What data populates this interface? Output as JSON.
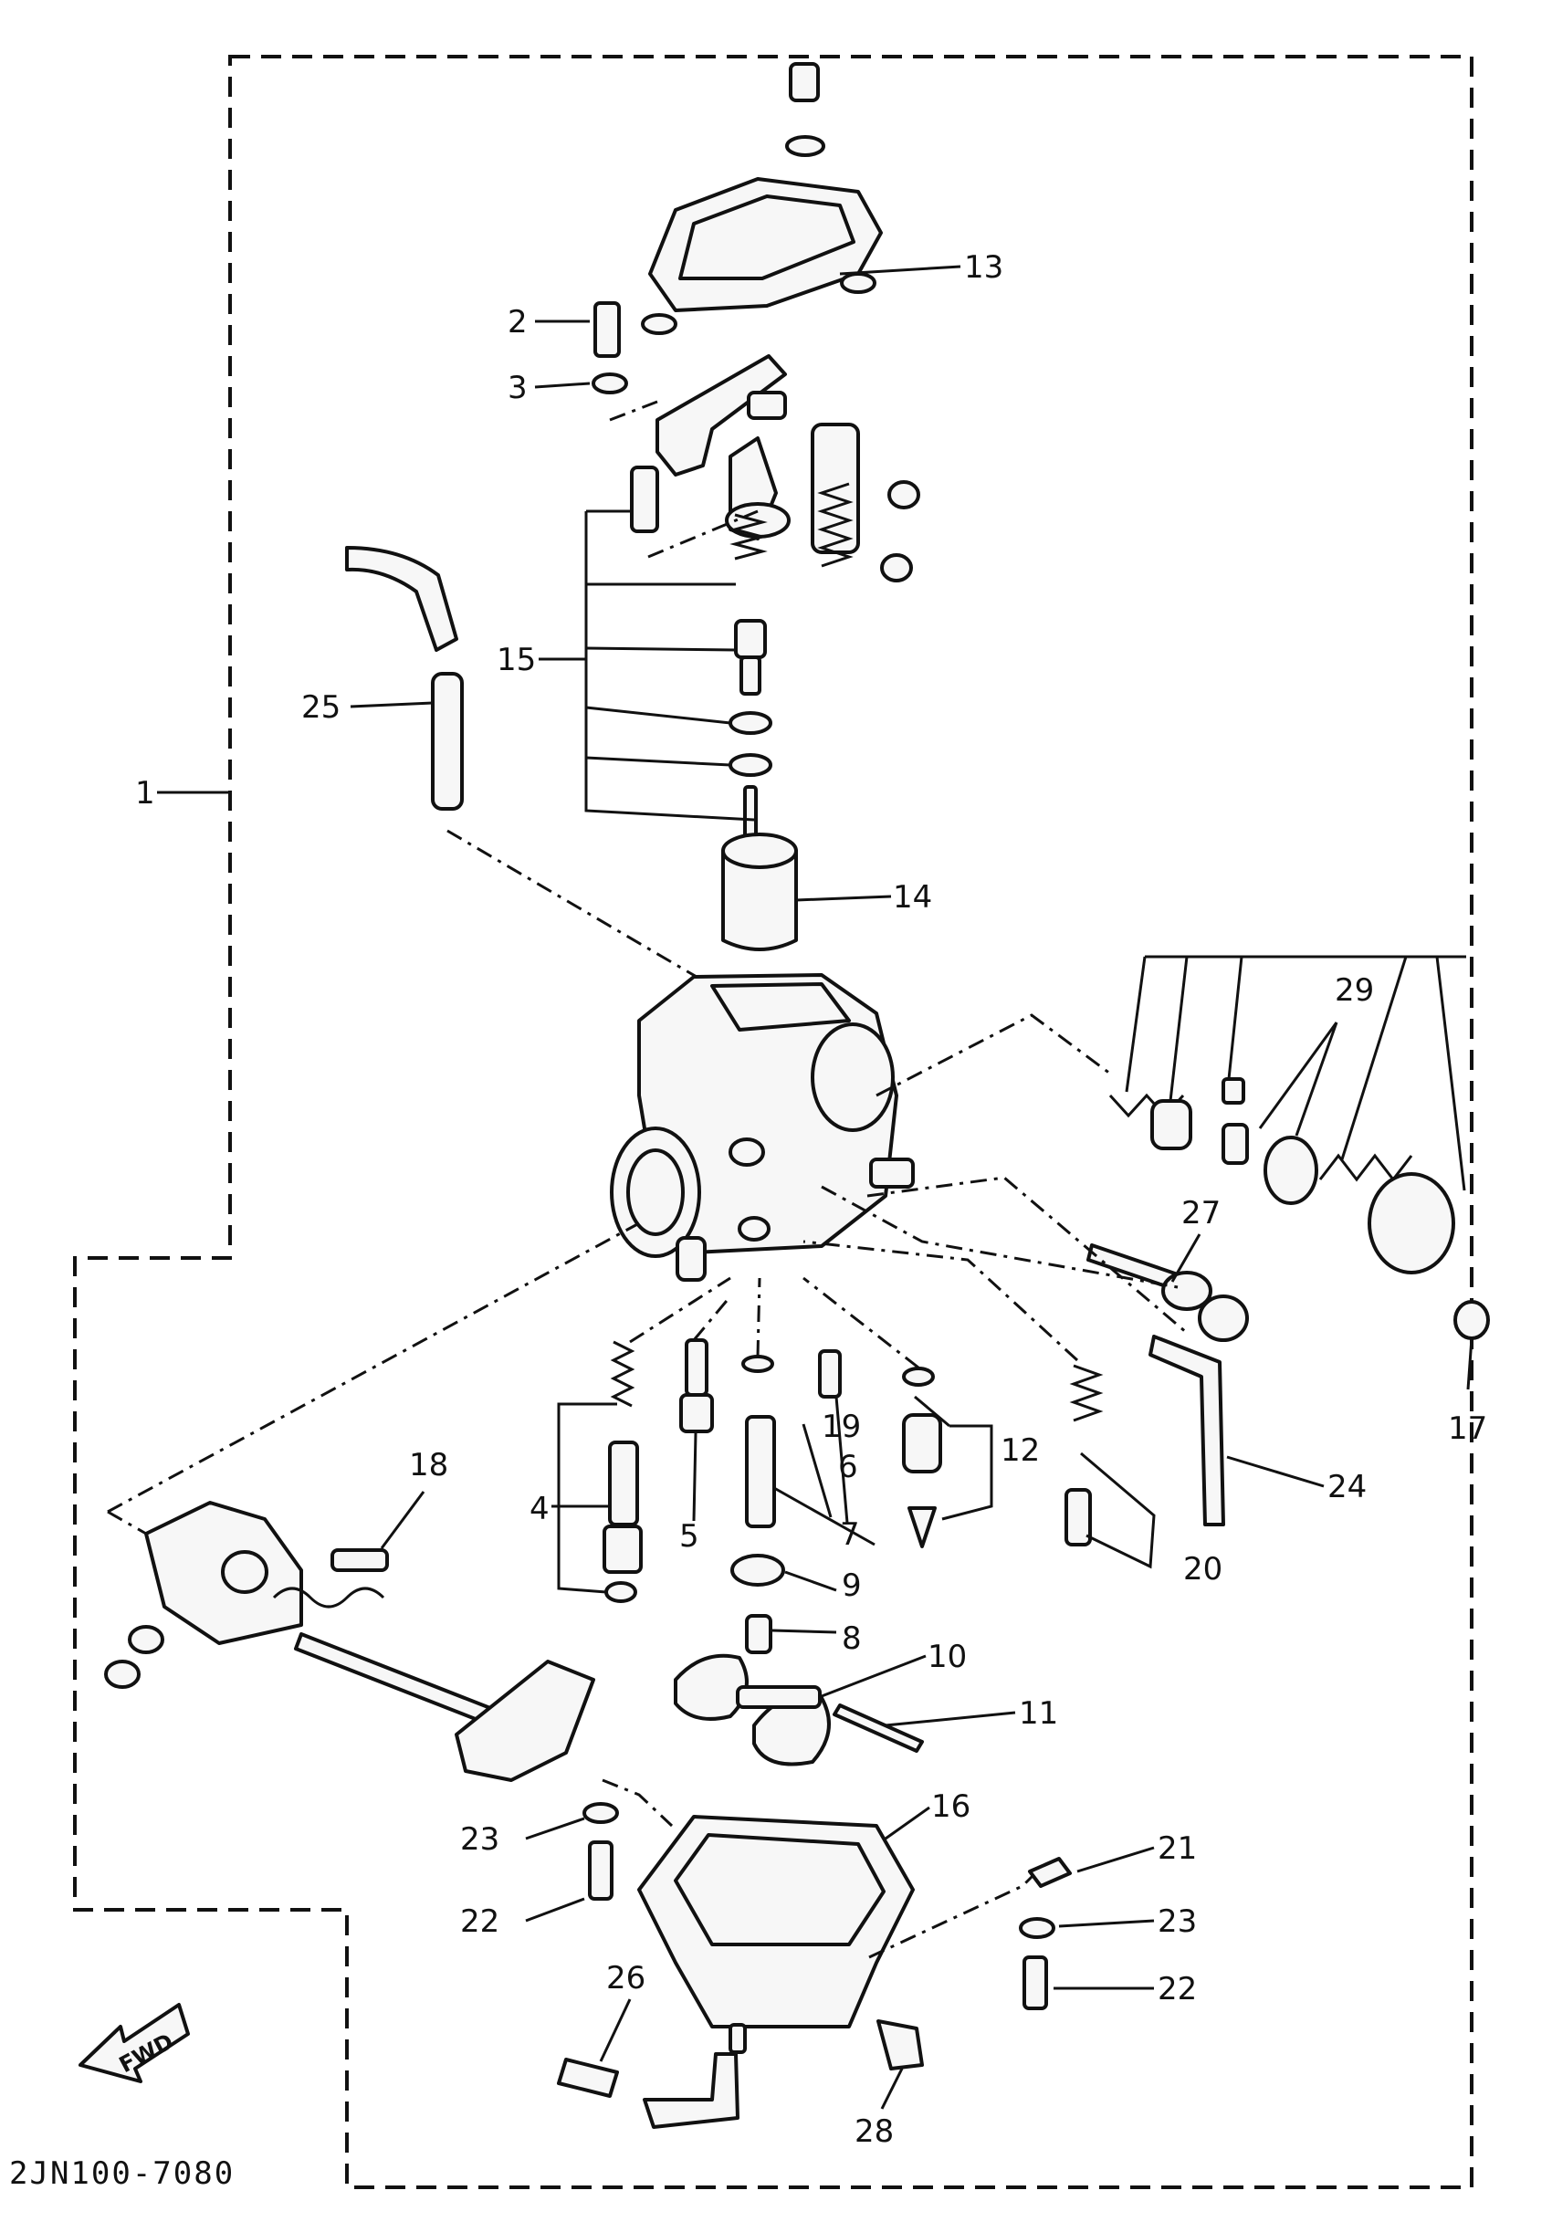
{
  "drawing_code": "2JN100-7080",
  "fwd_label": "FWD",
  "callouts": {
    "c1": "1",
    "c2": "2",
    "c3": "3",
    "c4": "4",
    "c5": "5",
    "c6": "6",
    "c7": "7",
    "c8": "8",
    "c9": "9",
    "c10": "10",
    "c11": "11",
    "c12": "12",
    "c13": "13",
    "c14": "14",
    "c15": "15",
    "c16": "16",
    "c17": "17",
    "c18": "18",
    "c19": "19",
    "c20": "20",
    "c21": "21",
    "c22a": "22",
    "c22b": "22",
    "c23a": "23",
    "c23b": "23",
    "c24": "24",
    "c25": "25",
    "c26": "26",
    "c27": "27",
    "c28": "28",
    "c29": "29"
  }
}
